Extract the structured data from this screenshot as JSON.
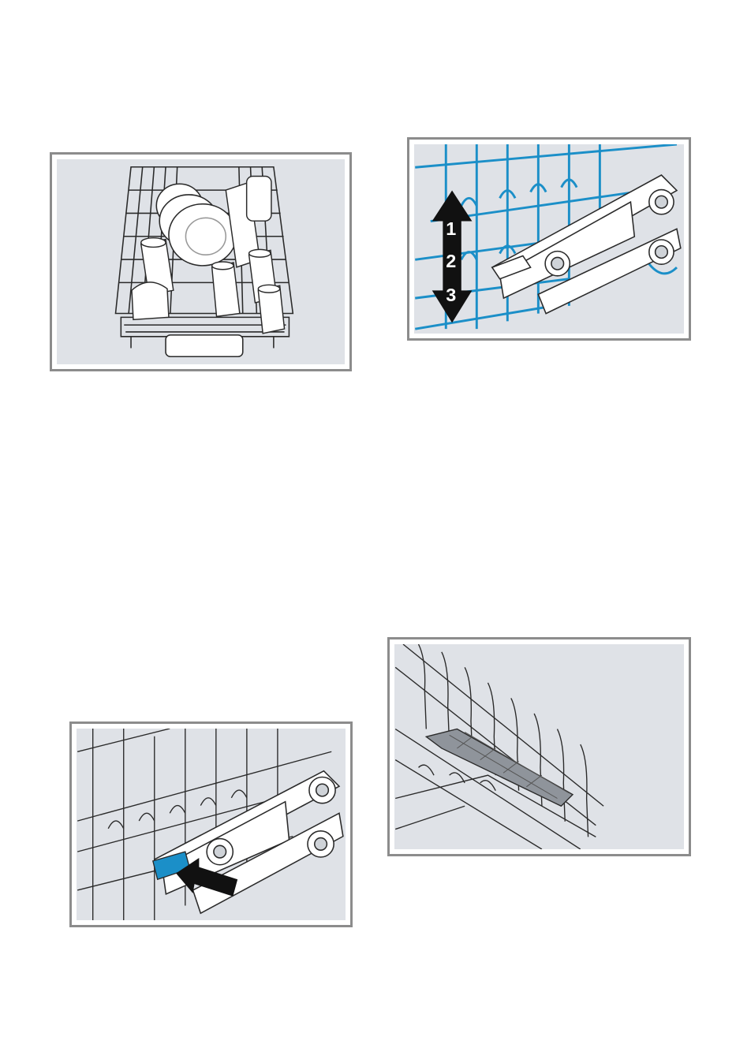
{
  "figures": {
    "basket_loading": {
      "icons": [
        "dishwasher-basket-icon",
        "glass-icon",
        "plate-icon",
        "cutlery-icon"
      ]
    },
    "height_adjustment": {
      "positions": [
        "1",
        "2",
        "3"
      ],
      "colors": {
        "rack_wire": "#1b8fc8",
        "arrow": "#111111"
      },
      "icons": [
        "double-arrow-icon",
        "rack-wheel-icon"
      ]
    },
    "release_lever": {
      "colors": {
        "lever": "#1b8fc8",
        "arrow": "#111111"
      },
      "icons": [
        "press-arrow-icon",
        "rack-wheel-icon"
      ]
    },
    "fold_down_tines": {
      "icons": [
        "folding-rack-insert-icon"
      ]
    }
  }
}
